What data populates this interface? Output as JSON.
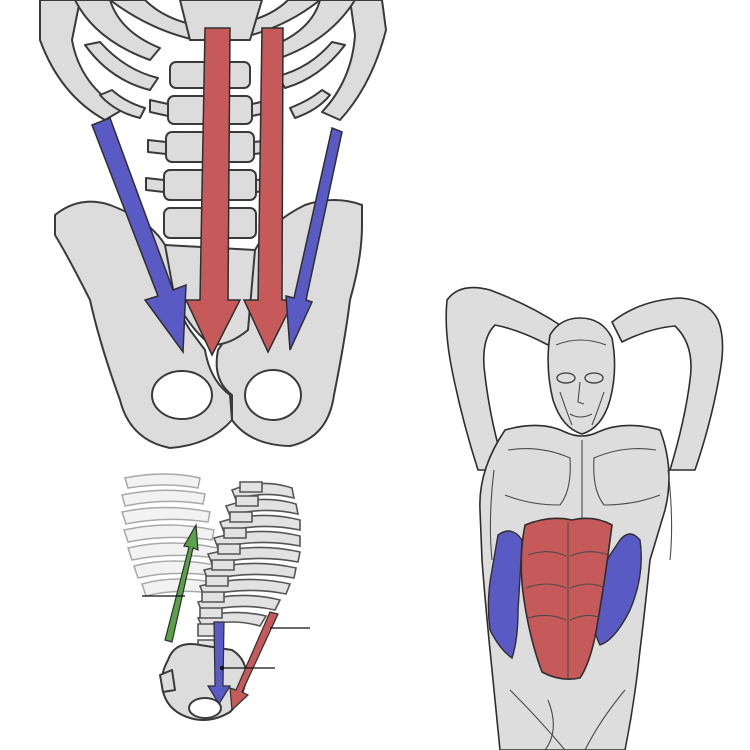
{
  "colors": {
    "flexor_red": "#c65a5a",
    "oblique_blue": "#5a5ac4",
    "extensor_green": "#5aa24a",
    "bone_fill": "#dcdcdc",
    "outline": "#3a3a3a"
  },
  "panels": [
    {
      "id": "pelvis-front",
      "arrows": [
        {
          "color": "oblique_blue",
          "direction": "down"
        },
        {
          "color": "flexor_red",
          "direction": "down"
        },
        {
          "color": "flexor_red",
          "direction": "down"
        },
        {
          "color": "oblique_blue",
          "direction": "down"
        }
      ]
    },
    {
      "id": "spine-side",
      "arrows": [
        {
          "color": "extensor_green",
          "direction": "up"
        },
        {
          "color": "oblique_blue",
          "direction": "down"
        },
        {
          "color": "flexor_red",
          "direction": "down"
        }
      ],
      "leader_lines": 3
    },
    {
      "id": "torso-muscles",
      "highlighted": [
        "rectus-abdominis",
        "left-oblique",
        "right-oblique"
      ]
    }
  ]
}
